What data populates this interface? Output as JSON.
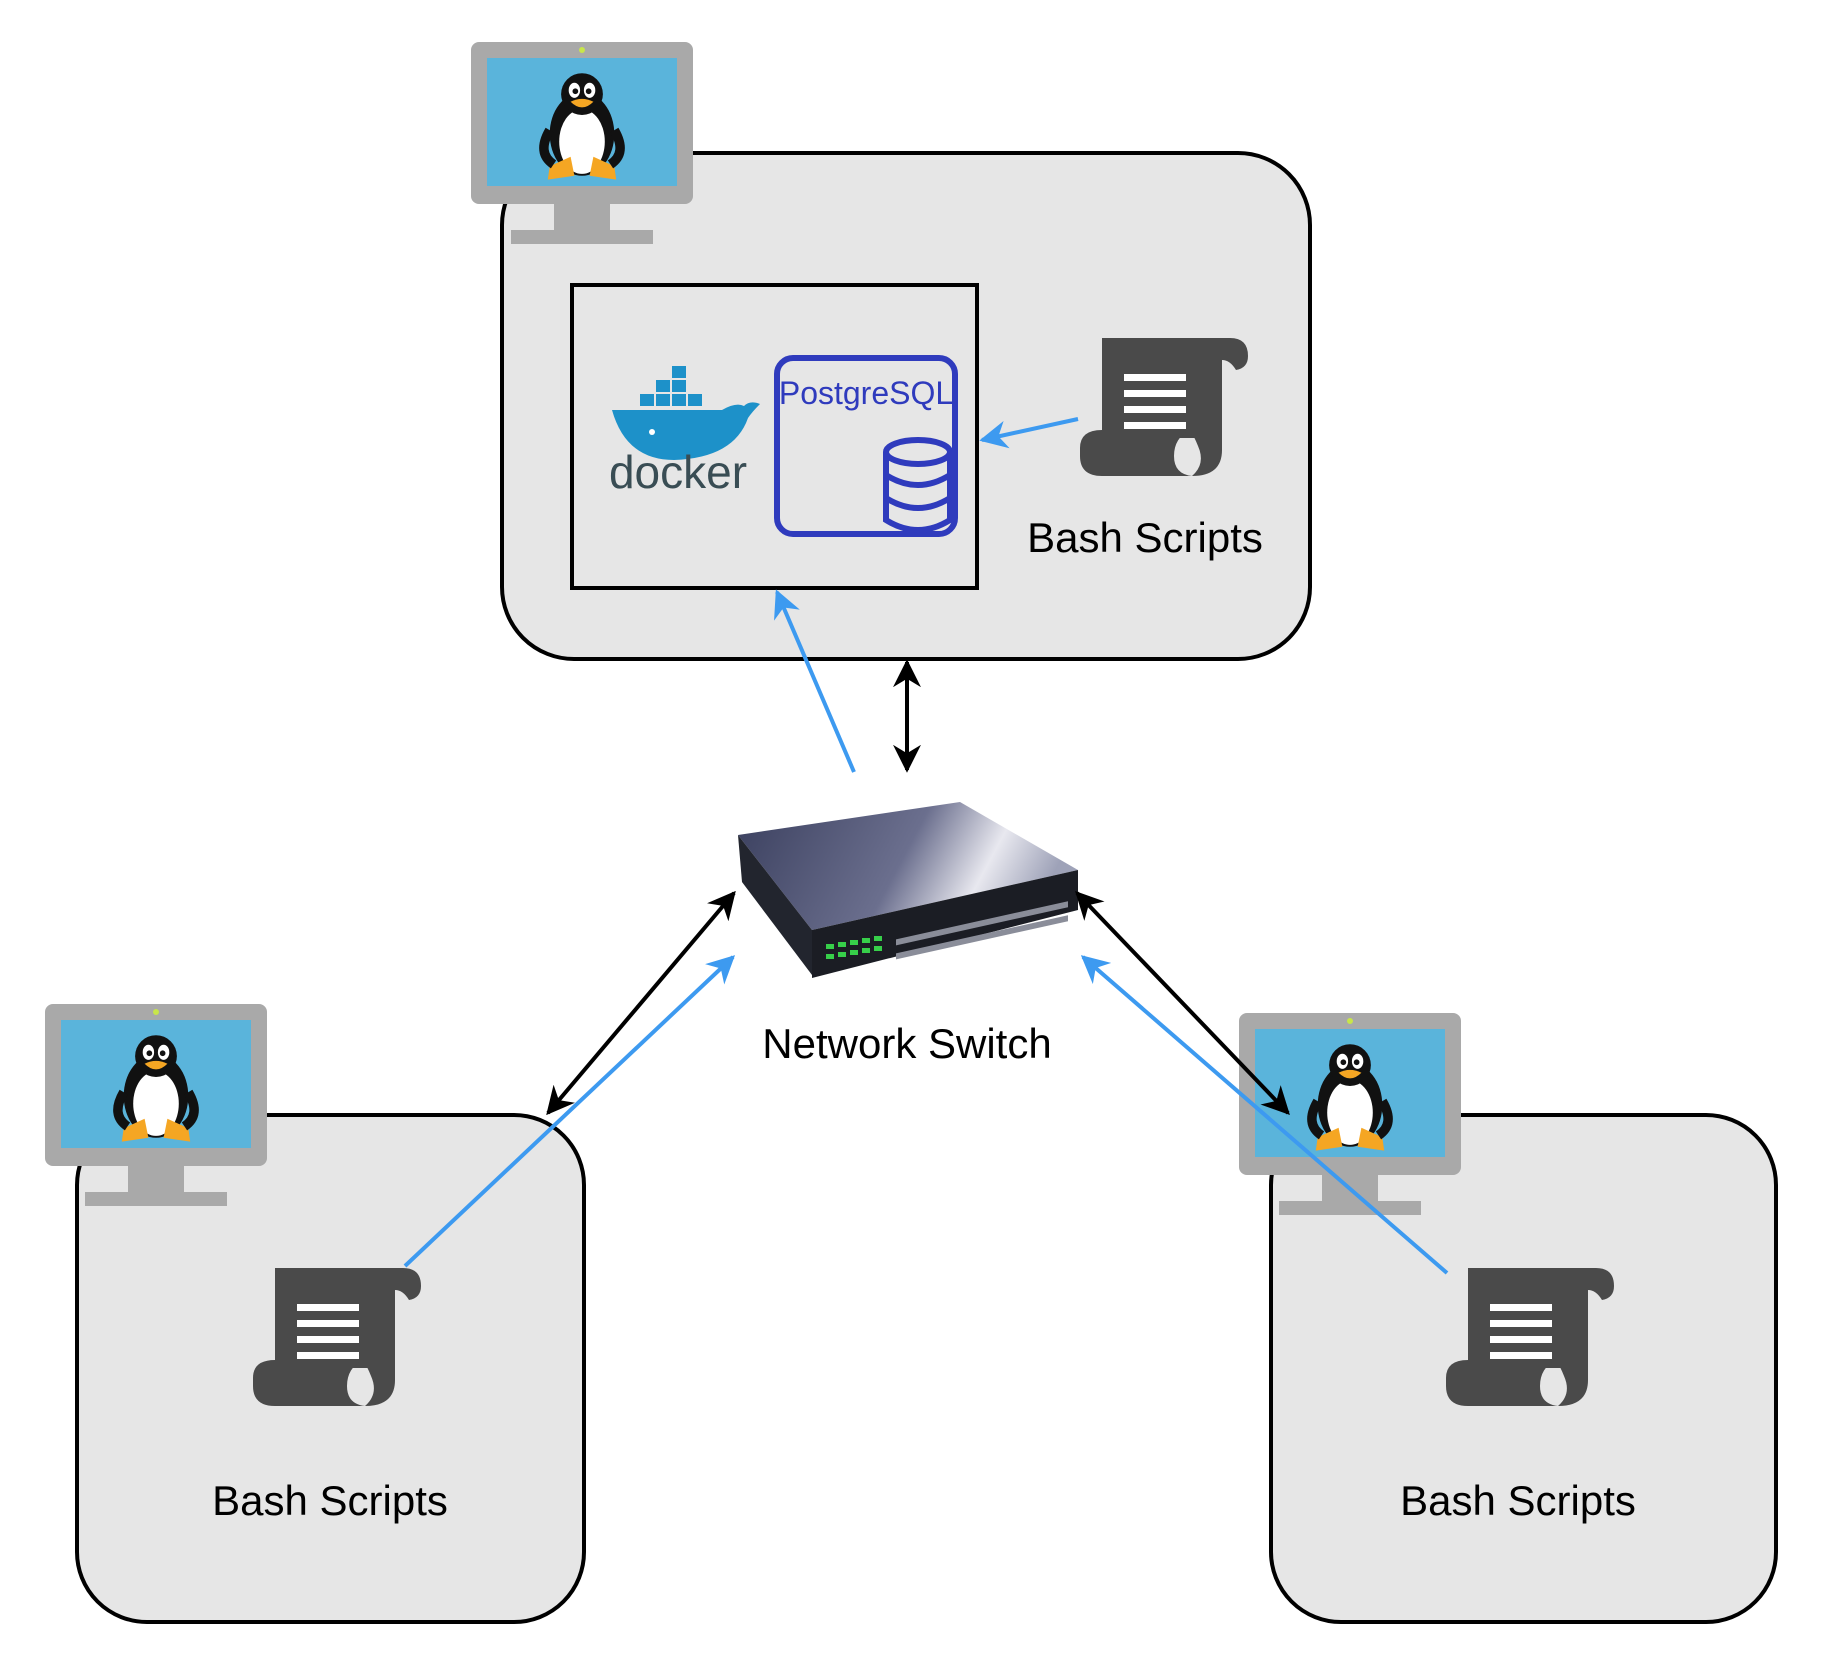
{
  "colors": {
    "host_fill": "#e6e6e6",
    "host_stroke": "#000000",
    "monitor_frame": "#a9a9a9",
    "monitor_screen": "#5ab4db",
    "monitor_stand": "#a9a9a9",
    "tux_body": "#111111",
    "tux_belly": "#ffffff",
    "tux_feet": "#f5a623",
    "script_icon": "#4a4a4a",
    "docker_blue": "#1d91c9",
    "docker_text": "#394d54",
    "postgres_blue": "#2f3bbd",
    "blue_arrow": "#3d9af0",
    "black_arrow": "#000000"
  },
  "icons": {
    "monitor": "linux-monitor-icon",
    "script": "script-scroll-icon",
    "docker": "docker-whale-icon",
    "database": "database-icon",
    "switch": "network-switch-icon"
  },
  "nodes": {
    "server": {
      "scripts_label": "Bash Scripts",
      "docker_label": "docker",
      "db_label": "PostgreSQL"
    },
    "left_host": {
      "scripts_label": "Bash Scripts"
    },
    "right_host": {
      "scripts_label": "Bash Scripts"
    },
    "switch": {
      "label": "Network Switch"
    }
  },
  "edges": [
    {
      "from": "server",
      "to": "switch",
      "kind": "bidirectional",
      "color": "black"
    },
    {
      "from": "switch",
      "to": "left_host",
      "kind": "bidirectional",
      "color": "black"
    },
    {
      "from": "switch",
      "to": "right_host",
      "kind": "bidirectional",
      "color": "black"
    },
    {
      "from": "switch",
      "to": "server.PostgreSQL",
      "kind": "directed",
      "color": "blue"
    },
    {
      "from": "server.scripts",
      "to": "server.PostgreSQL",
      "kind": "directed",
      "color": "blue"
    },
    {
      "from": "left_host.scripts",
      "to": "switch",
      "kind": "directed",
      "color": "blue"
    },
    {
      "from": "right_host.scripts",
      "to": "switch",
      "kind": "directed",
      "color": "blue"
    }
  ]
}
